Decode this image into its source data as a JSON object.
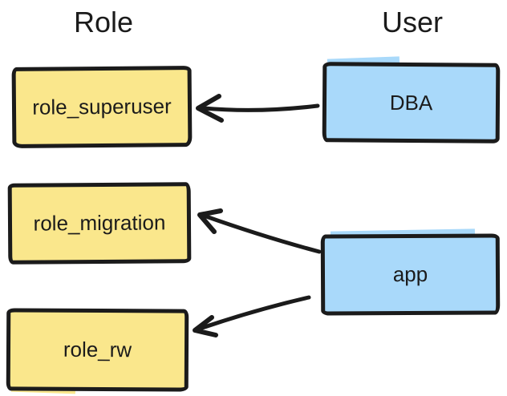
{
  "diagram": {
    "columns": {
      "role_title": "Role",
      "user_title": "User"
    },
    "roles": [
      {
        "label": "role_superuser"
      },
      {
        "label": "role_migration"
      },
      {
        "label": "role_rw"
      }
    ],
    "users": [
      {
        "label": "DBA"
      },
      {
        "label": "app"
      }
    ],
    "edges": [
      {
        "from": "DBA",
        "to": "role_superuser"
      },
      {
        "from": "app",
        "to": "role_migration"
      },
      {
        "from": "app",
        "to": "role_rw"
      }
    ],
    "colors": {
      "role_fill": "#FAE78C",
      "user_fill": "#A9D9FA",
      "stroke": "#1b1b1b",
      "background": "#ffffff"
    }
  }
}
